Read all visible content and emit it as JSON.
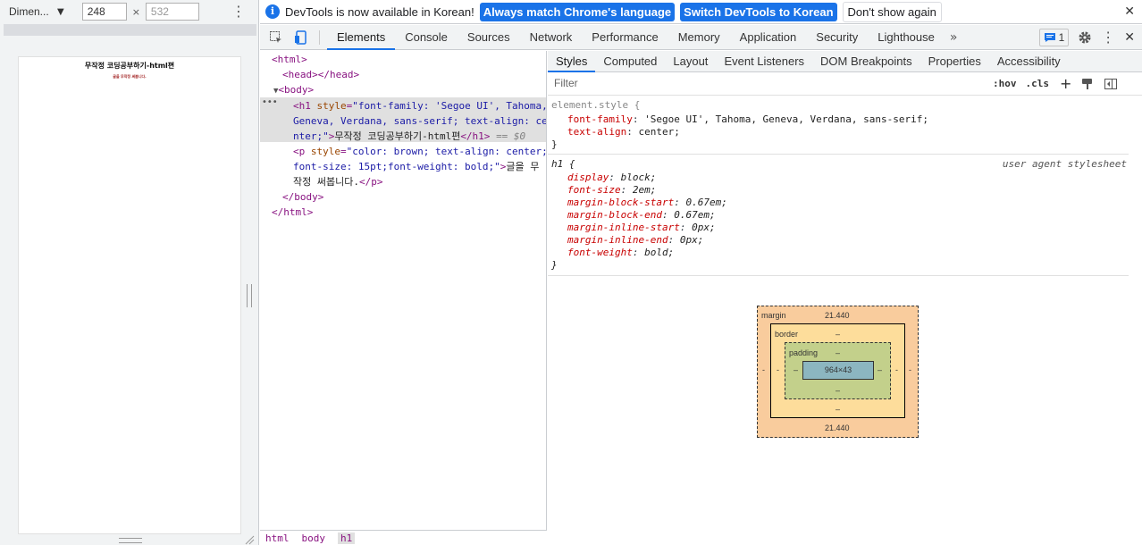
{
  "device_toolbar": {
    "device_label": "Dimen...",
    "width": "248",
    "height_placeholder": "532",
    "times": "×"
  },
  "page_preview": {
    "heading": "무작정 코딩공부하기-html편",
    "paragraph": "글을 무작정 써봅니다."
  },
  "infobar": {
    "message": "DevTools is now available in Korean!",
    "btn_match": "Always match Chrome's language",
    "btn_switch": "Switch DevTools to Korean",
    "btn_dismiss": "Don't show again"
  },
  "main_tabs": [
    "Elements",
    "Console",
    "Sources",
    "Network",
    "Performance",
    "Memory",
    "Application",
    "Security",
    "Lighthouse"
  ],
  "issues_count": "1",
  "dom": {
    "html_open": "<html>",
    "head": "<head></head>",
    "body_open": "<body>",
    "h1_tag": "<h1",
    "h1_attr": "style",
    "h1_val_l1": "\"font-family: 'Segoe UI', Tahoma,",
    "h1_val_l2": "Geneva, Verdana, sans-serif; text-align: ce",
    "h1_val_l3": "nter;\"",
    "h1_close_gt": ">",
    "h1_text": "무작정 코딩공부하기-html편",
    "h1_close": "</h1>",
    "eq0": "== $0",
    "p_tag": "<p",
    "p_attr": "style",
    "p_val_l1": "\"color: brown; text-align: center;",
    "p_val_l2": "font-size: 15pt;font-weight: bold;\"",
    "p_gt": ">",
    "p_text_l1": "글을 무",
    "p_text_l2": "작정 써봅니다.",
    "p_close": "</p>",
    "body_close": "</body>",
    "html_close": "</html>",
    "dots": "•••"
  },
  "breadcrumbs": [
    "html",
    "body",
    "h1"
  ],
  "sub_tabs": [
    "Styles",
    "Computed",
    "Layout",
    "Event Listeners",
    "DOM Breakpoints",
    "Properties",
    "Accessibility"
  ],
  "filter": {
    "placeholder": "Filter",
    "hov": ":hov",
    "cls": ".cls",
    "plus": "+"
  },
  "element_style": {
    "selector": "element.style {",
    "props": [
      {
        "name": "font-family",
        "value": "'Segoe UI', Tahoma, Geneva, Verdana, sans-serif;"
      },
      {
        "name": "text-align",
        "value": "center;"
      }
    ],
    "close": "}"
  },
  "ua_rule": {
    "selector": "h1 {",
    "origin": "user agent stylesheet",
    "props": [
      {
        "name": "display",
        "value": "block;"
      },
      {
        "name": "font-size",
        "value": "2em;"
      },
      {
        "name": "margin-block-start",
        "value": "0.67em;"
      },
      {
        "name": "margin-block-end",
        "value": "0.67em;"
      },
      {
        "name": "margin-inline-start",
        "value": "0px;"
      },
      {
        "name": "margin-inline-end",
        "value": "0px;"
      },
      {
        "name": "font-weight",
        "value": "bold;"
      }
    ],
    "close": "}"
  },
  "box_model": {
    "margin_label": "margin",
    "margin_top": "21.440",
    "margin_bottom": "21.440",
    "margin_left": "-",
    "margin_right": "-",
    "border_label": "border",
    "border_top": "–",
    "border_bottom": "–",
    "border_left": "-",
    "border_right": "-",
    "padding_label": "padding",
    "padding_top": "–",
    "padding_bottom": "–",
    "padding_left": "–",
    "padding_right": "–",
    "content": "964×43"
  },
  "colors": {
    "accent": "#1a73e8",
    "tag": "#881280",
    "attr": "#994500",
    "value": "#1a1aa6",
    "prop": "#c80000"
  }
}
